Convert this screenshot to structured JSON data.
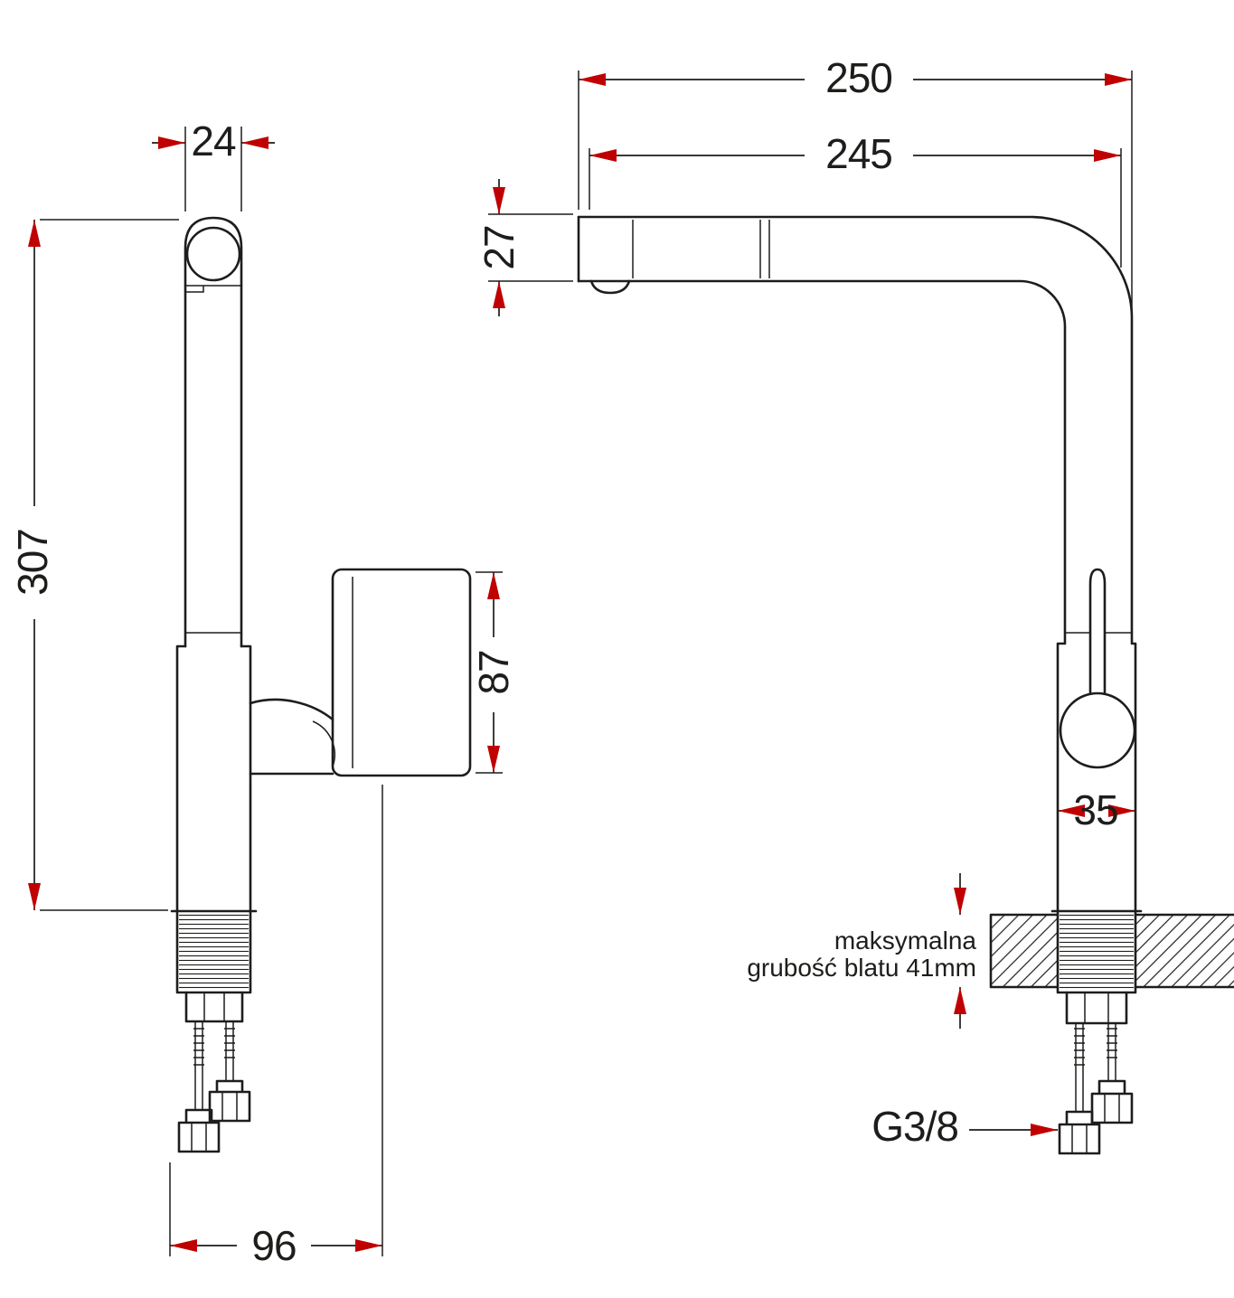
{
  "labels": {
    "reach_total": "250",
    "reach_spout": "245",
    "spout_drop": "27",
    "spout_width": "24",
    "total_height": "307",
    "handle_height": "87",
    "body_diameter": "35",
    "base_depth": "96",
    "thread_size": "G3/8",
    "counter_note_line1": "maksymalna",
    "counter_note_line2": "grubość blatu 41mm"
  },
  "colors": {
    "line": "#1d1d1b",
    "arrow": "#c00000",
    "background": "#ffffff"
  }
}
